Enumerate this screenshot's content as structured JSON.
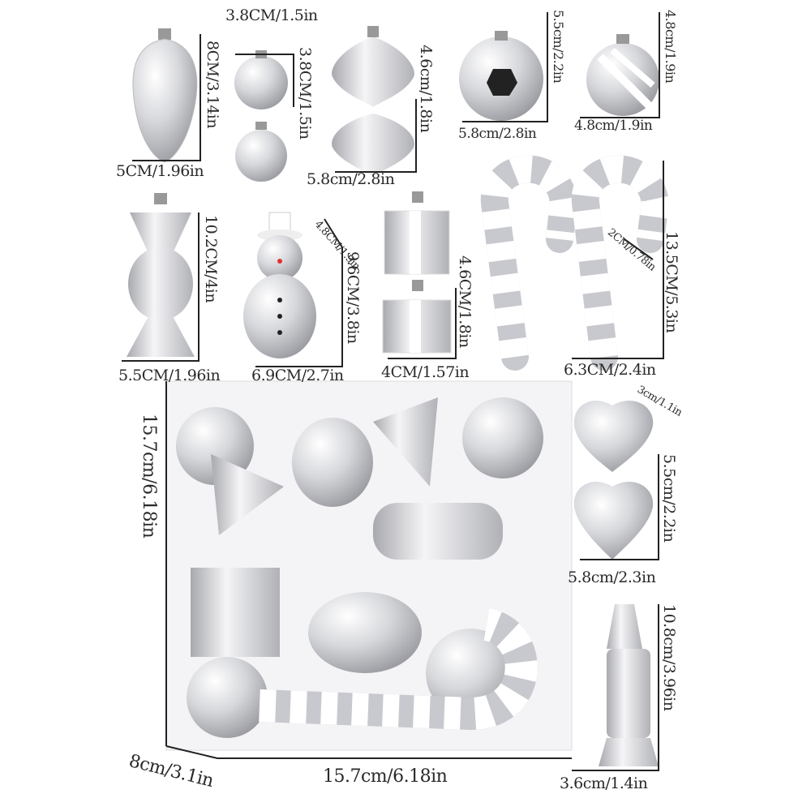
{
  "labels": {
    "pinecone_height": "8CM/3.14in",
    "pinecone_width": "5CM/1.96in",
    "disco_ball_width": "3.8CM/1.5in",
    "disco_ball_height": "3.8CM/1.5in",
    "onion_height": "4.6cm/1.8in",
    "onion_width": "5.8cm/2.8in",
    "faceted_ball_height": "5.5cm/2.2in",
    "faceted_ball_width": "5.8cm/2.8in",
    "striped_ball_height": "4.8cm/1.9in",
    "striped_ball_width": "4.8cm/1.9in",
    "candy_height": "10.2CM/4in",
    "candy_width": "5.5CM/1.96in",
    "snowman_depth": "4.8CM/1.9in",
    "snowman_height": "9.6CM/3.8in",
    "snowman_width": "6.9CM/2.7in",
    "gift_height": "4.6CM/1.8in",
    "gift_width": "4CM/1.57in",
    "cane_thickness": "2CM/0.78in",
    "cane_height": "13.5CM/5.3in",
    "cane_width": "6.3CM/2.4in",
    "heart_depth": "3cm/1.1in",
    "box_height": "15.7cm/6.18in",
    "heart_height": "5.5cm/2.2in",
    "heart_width": "5.8cm/2.3in",
    "long_candy_height": "10.8cm/3.96in",
    "long_candy_width": "3.6cm/1.4in",
    "box_depth": "8cm/3.1in",
    "box_width": "15.7cm/6.18in"
  },
  "colors": {
    "silver_light": "#f2f2f4",
    "silver_mid": "#c4c5ca",
    "silver_dark": "#8a8b90",
    "line": "#222222"
  }
}
